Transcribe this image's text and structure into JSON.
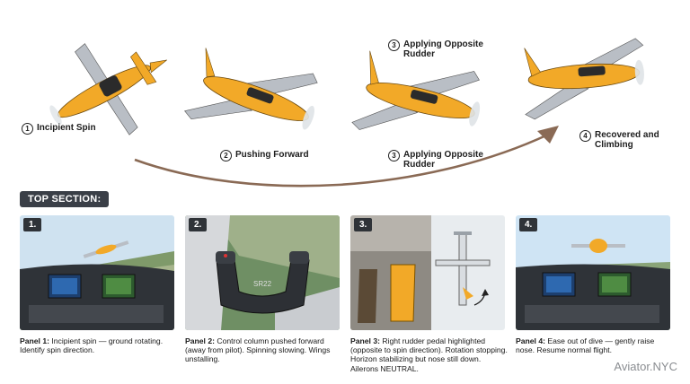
{
  "steps": [
    {
      "num": "1",
      "label": "Incipient Spin"
    },
    {
      "num": "2",
      "label": "Pushing Forward"
    },
    {
      "num": "3",
      "label": "Applying Opposite Rudder"
    },
    {
      "num": "3",
      "label": "Applying Opposite Rudder"
    },
    {
      "num": "4",
      "label": "Recovered and Climbing"
    }
  ],
  "section_label": "TOP SECTION:",
  "panels": [
    {
      "badge": "1.",
      "caption_title": "Panel 1:",
      "caption_text": "Incipient spin — ground rotating. Identify spin direction."
    },
    {
      "badge": "2.",
      "caption_title": "Panel 2:",
      "caption_text": "Control column pushed forward (away from pilot). Spinning slowing. Wings unstalling."
    },
    {
      "badge": "3.",
      "caption_title": "Panel 3:",
      "caption_text": "Right rudder pedal highlighted (opposite to spin direction). Rotation stopping. Horizon stabilizing but nose still down. Ailerons NEUTRAL."
    },
    {
      "badge": "4.",
      "caption_title": "Panel 4:",
      "caption_text": "Ease out of dive — gently raise nose. Resume normal flight."
    }
  ],
  "yoke_label": "SR22",
  "watermark": "Aviator.NYC",
  "colors": {
    "plane_yellow": "#f2a928",
    "plane_dark": "#2b2b2b",
    "wing_gray": "#b9bec5",
    "arrow": "#8a6a55",
    "panel_dark": "#3a3f47"
  }
}
